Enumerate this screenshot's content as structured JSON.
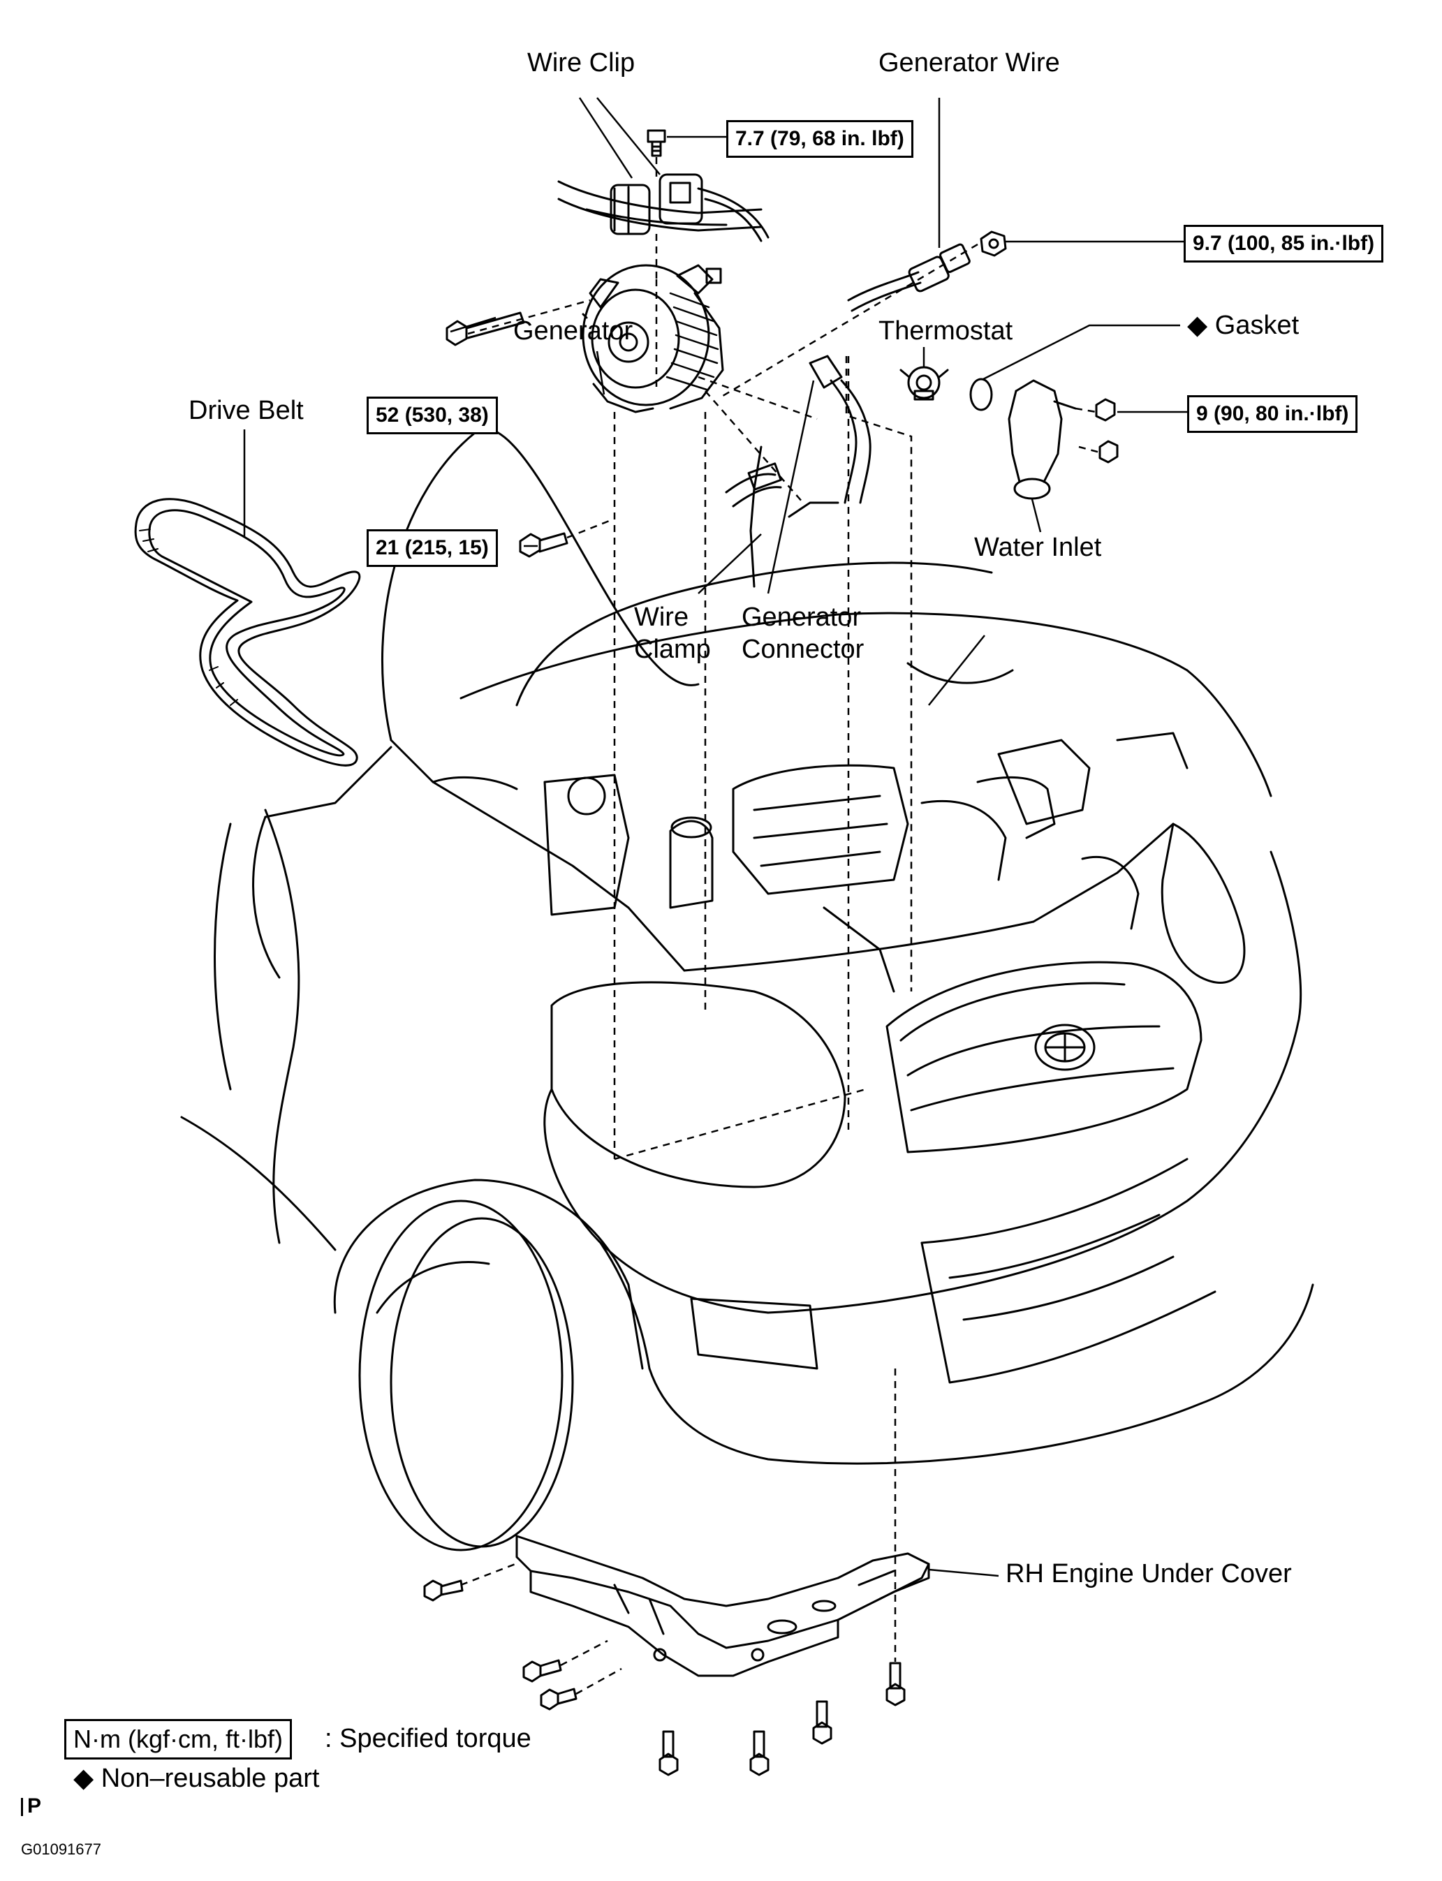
{
  "labels": {
    "wire_clip": "Wire Clip",
    "generator_wire": "Generator Wire",
    "generator": "Generator",
    "thermostat": "Thermostat",
    "gasket": "Gasket",
    "drive_belt": "Drive Belt",
    "water_inlet": "Water Inlet",
    "wire_clamp_1": "Wire",
    "wire_clamp_2": "Clamp",
    "generator_connector_1": "Generator",
    "generator_connector_2": "Connector",
    "rh_engine_under_cover": "RH Engine Under Cover"
  },
  "torques": {
    "wire_clip_bolt": "7.7 (79, 68 in. lbf)",
    "generator_wire_nut": "9.7 (100, 85 in.·lbf)",
    "water_inlet_nut": "9 (90, 80 in.·lbf)",
    "generator_upper_bolt": "52 (530, 38)",
    "generator_lower_bolt": "21 (215, 15)"
  },
  "symbols": {
    "non_reusable": "◆"
  },
  "legend": {
    "torque_units": "N·m (kgf·cm, ft·lbf)",
    "torque_desc": ": Specified torque",
    "non_reusable_desc": "Non–reusable part"
  },
  "footer": {
    "page_mark": "P",
    "figure_id": "G01091677"
  }
}
